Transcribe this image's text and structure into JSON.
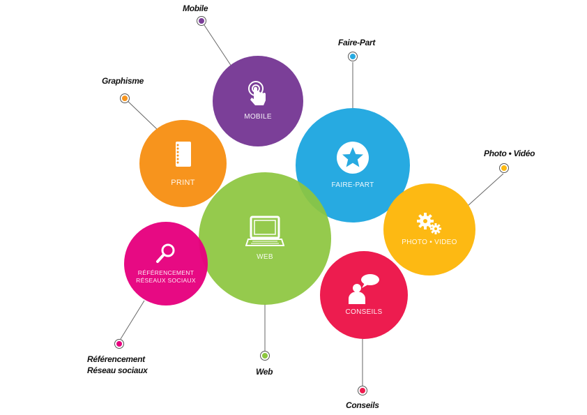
{
  "nodes": {
    "mobile": {
      "label": "MOBILE",
      "external": "Mobile",
      "color": "#7b3f98",
      "icon": "touch-icon"
    },
    "print": {
      "label": "PRINT",
      "external": "Graphisme",
      "color": "#f7941d",
      "icon": "notebook-icon"
    },
    "web": {
      "label": "WEB",
      "external": "Web",
      "color": "#8dc63f",
      "icon": "laptop-icon"
    },
    "fairepart": {
      "label": "FAIRE-PART",
      "external": "Faire-Part",
      "color": "#27aae1",
      "icon": "star-icon"
    },
    "photo": {
      "label": "PHOTO • VIDEO",
      "external": "Photo • Vidéo",
      "color": "#fdb913",
      "icon": "gears-icon"
    },
    "conseils": {
      "label": "CONSEILS",
      "external": "Conseils",
      "color": "#ed1c4f",
      "icon": "chat-person-icon"
    },
    "seo": {
      "label": "RÉFÉRENCEMENT\nRÉSEAUX SOCIAUX",
      "external": "Référencement\nRéseau sociaux",
      "color": "#e6007e",
      "icon": "magnifier-icon"
    }
  }
}
